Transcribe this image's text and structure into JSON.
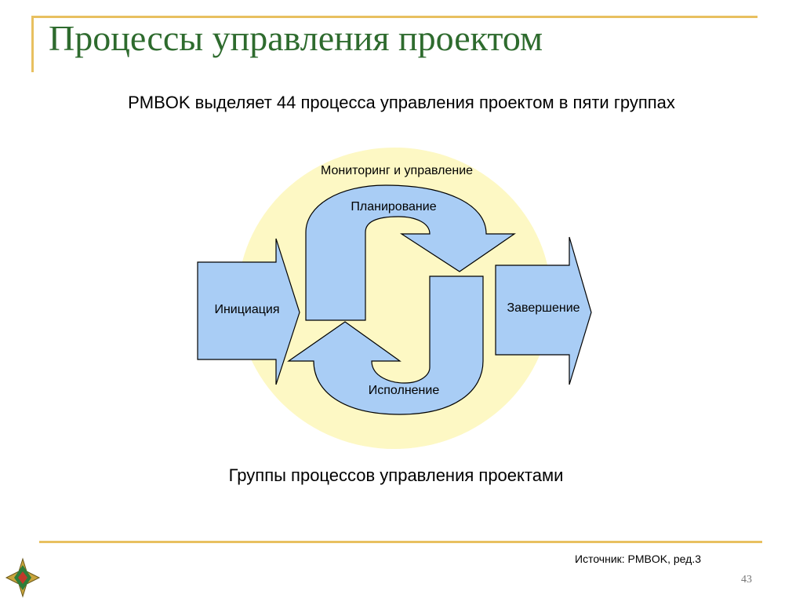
{
  "slide": {
    "title": "Процессы управления проектом",
    "subtitle": "PMBOK выделяет 44 процесса управления проектом в пяти группах",
    "caption": "Группы процессов управления проектами",
    "source": "Источник: PMBOK, ред.3",
    "page_number": "43"
  },
  "diagram": {
    "labels": {
      "monitoring": "Мониторинг и управление",
      "planning": "Планирование",
      "initiation": "Инициация",
      "closing": "Завершение",
      "executing": "Исполнение"
    }
  },
  "colors": {
    "title": "#2e6b2e",
    "accent_rule": "#e8c060",
    "background_ellipse": "#fdf8c4",
    "arrow_fill": "#a9cdf5",
    "arrow_stroke": "#000000"
  },
  "icons": {
    "logo": "emblem-icon"
  }
}
